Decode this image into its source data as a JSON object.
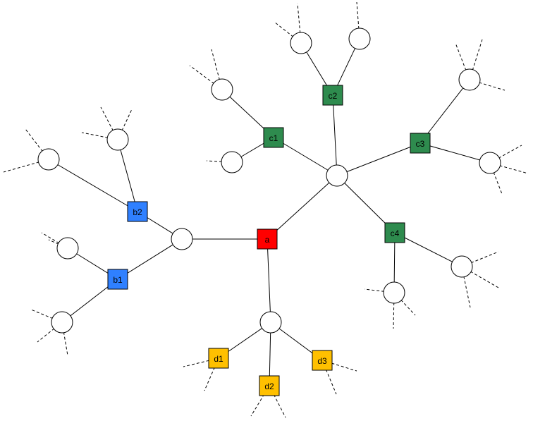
{
  "colors": {
    "red": "#ff0000",
    "blue": "#2f80ff",
    "green": "#2e8b4e",
    "yellow": "#ffc000",
    "circle_fill": "#ffffff",
    "line": "#000000"
  },
  "labeled_nodes": [
    {
      "id": "a",
      "label": "a",
      "color": "red"
    },
    {
      "id": "b1",
      "label": "b1",
      "color": "blue"
    },
    {
      "id": "b2",
      "label": "b2",
      "color": "blue"
    },
    {
      "id": "c1",
      "label": "c1",
      "color": "green"
    },
    {
      "id": "c2",
      "label": "c2",
      "color": "green"
    },
    {
      "id": "c3",
      "label": "c3",
      "color": "green"
    },
    {
      "id": "c4",
      "label": "c4",
      "color": "green"
    },
    {
      "id": "d1",
      "label": "d1",
      "color": "yellow"
    },
    {
      "id": "d2",
      "label": "d2",
      "color": "yellow"
    },
    {
      "id": "d3",
      "label": "d3",
      "color": "yellow"
    }
  ],
  "hub_nodes": [
    "hb",
    "hc",
    "hd"
  ],
  "leaf_nodes": [
    "lb1a",
    "lb1b",
    "lb2a",
    "lb2b",
    "lc1a",
    "lc1b",
    "lc2a",
    "lc2b",
    "lc3a",
    "lc3b",
    "lc4a",
    "lc4b"
  ],
  "edges": [
    [
      "a",
      "hb"
    ],
    [
      "a",
      "hc"
    ],
    [
      "a",
      "hd"
    ],
    [
      "hb",
      "b1"
    ],
    [
      "hb",
      "b2"
    ],
    [
      "b1",
      "lb1a"
    ],
    [
      "b1",
      "lb1b"
    ],
    [
      "b2",
      "lb2a"
    ],
    [
      "b2",
      "lb2b"
    ],
    [
      "hc",
      "c1"
    ],
    [
      "hc",
      "c2"
    ],
    [
      "hc",
      "c3"
    ],
    [
      "hc",
      "c4"
    ],
    [
      "c1",
      "lc1a"
    ],
    [
      "c1",
      "lc1b"
    ],
    [
      "c2",
      "lc2a"
    ],
    [
      "c2",
      "lc2b"
    ],
    [
      "c3",
      "lc3a"
    ],
    [
      "c3",
      "lc3b"
    ],
    [
      "c4",
      "lc4a"
    ],
    [
      "c4",
      "lc4b"
    ],
    [
      "hd",
      "d1"
    ],
    [
      "hd",
      "d2"
    ],
    [
      "hd",
      "d3"
    ]
  ]
}
